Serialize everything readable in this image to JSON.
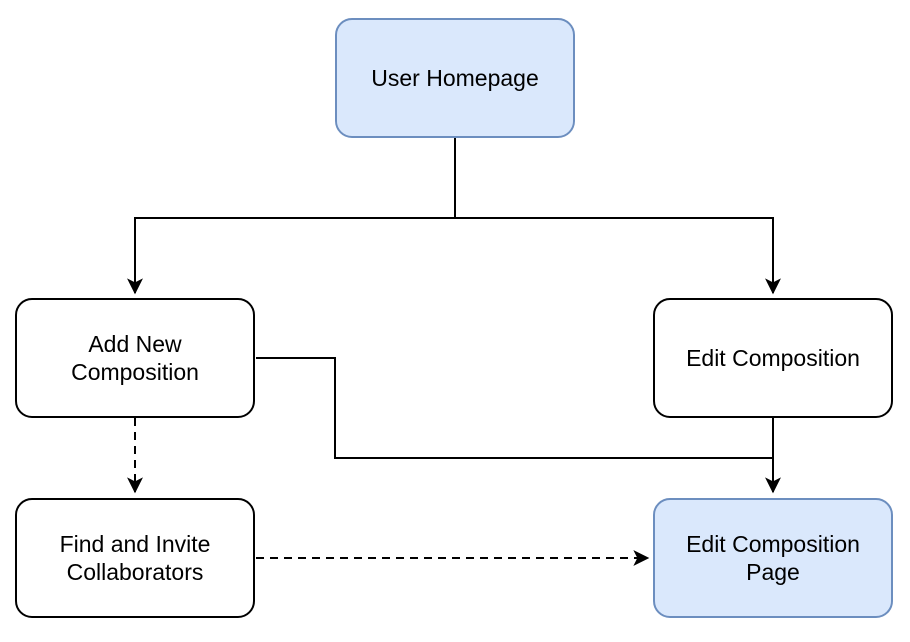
{
  "diagram": {
    "background": "#FFFFFF",
    "connector_color": "#000000",
    "highlight_fill": "#DAE8FC",
    "highlight_stroke": "#6C8EBF",
    "default_fill": "#FFFFFF",
    "default_stroke": "#000000",
    "nodes": [
      {
        "id": "user-homepage",
        "label": "User Homepage",
        "variant": "highlighted"
      },
      {
        "id": "add-new-composition",
        "label": "Add New\nComposition",
        "variant": "default"
      },
      {
        "id": "edit-composition",
        "label": "Edit Composition",
        "variant": "default"
      },
      {
        "id": "find-and-invite-collaborators",
        "label": "Find and Invite\nCollaborators",
        "variant": "default"
      },
      {
        "id": "edit-composition-page",
        "label": "Edit Composition\nPage",
        "variant": "highlighted"
      }
    ],
    "edges": [
      {
        "from": "user-homepage",
        "to": "add-new-composition",
        "line": "solid",
        "arrowhead": true
      },
      {
        "from": "user-homepage",
        "to": "edit-composition",
        "line": "solid",
        "arrowhead": true
      },
      {
        "from": "add-new-composition",
        "to": "edit-composition-page",
        "line": "solid",
        "arrowhead": true
      },
      {
        "from": "edit-composition",
        "to": "edit-composition-page",
        "line": "solid",
        "arrowhead": true
      },
      {
        "from": "add-new-composition",
        "to": "find-and-invite-collaborators",
        "line": "dashed",
        "arrowhead": true
      },
      {
        "from": "find-and-invite-collaborators",
        "to": "edit-composition-page",
        "line": "dashed",
        "arrowhead": true
      }
    ]
  }
}
